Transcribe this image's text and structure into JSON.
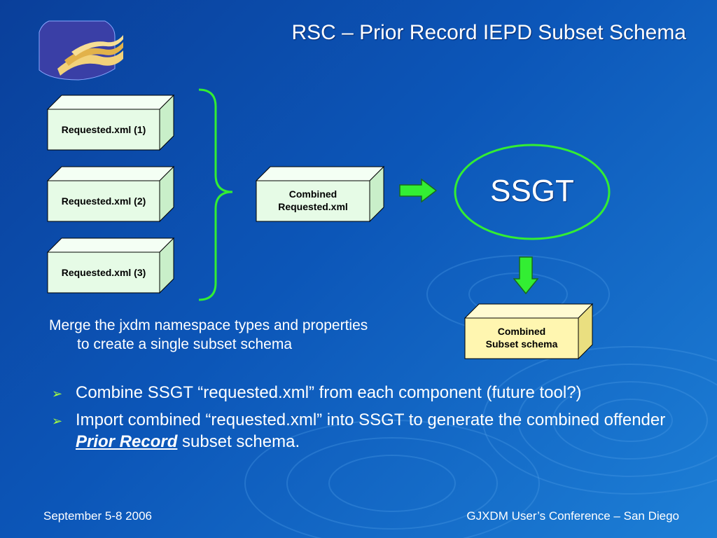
{
  "slide": {
    "title": "RSC – Prior Record IEPD Subset Schema",
    "footer_left": "September 5-8 2006",
    "footer_right": "GJXDM User’s Conference – San Diego"
  },
  "diagram": {
    "requested_boxes": [
      "Requested.xml (1)",
      "Requested.xml (2)",
      "Requested.xml (3)"
    ],
    "combined_requested": [
      "Combined",
      "Requested.xml"
    ],
    "ssgt_label": "SSGT",
    "combined_subset": [
      "Combined",
      "Subset schema"
    ]
  },
  "body": {
    "intro_line1": "Merge the jxdm namespace types and properties",
    "intro_line2": "to create a single subset schema",
    "bullet1": "Combine SSGT “requested.xml” from each component (future tool?)",
    "bullet2_pre": "Import combined “requested.xml” into SSGT to generate the combined offender ",
    "bullet2_em": "Prior Record",
    "bullet2_post": " subset schema."
  },
  "colors": {
    "box_green": "#e6fbe6",
    "box_yellow": "#fff6b0",
    "accent_green": "#33ee33",
    "bullet_marker": "#a6ff40"
  },
  "icons": {
    "logo": "shield-wave-logo",
    "bullet": "arrowhead-bullet-icon",
    "arrow_right": "green-right-arrow-icon",
    "arrow_down": "green-down-arrow-icon"
  }
}
